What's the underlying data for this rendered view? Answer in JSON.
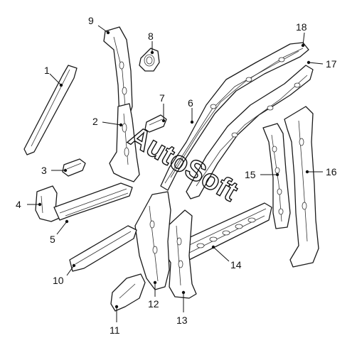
{
  "watermark": "AutoSoft",
  "callouts": [
    {
      "id": "1",
      "text": "1"
    },
    {
      "id": "2",
      "text": "2"
    },
    {
      "id": "3",
      "text": "3"
    },
    {
      "id": "4",
      "text": "4"
    },
    {
      "id": "5",
      "text": "5"
    },
    {
      "id": "6",
      "text": "6"
    },
    {
      "id": "7",
      "text": "7"
    },
    {
      "id": "8",
      "text": "8"
    },
    {
      "id": "9",
      "text": "9"
    },
    {
      "id": "10",
      "text": "10"
    },
    {
      "id": "11",
      "text": "11"
    },
    {
      "id": "12",
      "text": "12"
    },
    {
      "id": "13",
      "text": "13"
    },
    {
      "id": "14",
      "text": "14"
    },
    {
      "id": "15",
      "text": "15"
    },
    {
      "id": "16",
      "text": "16"
    },
    {
      "id": "17",
      "text": "17"
    },
    {
      "id": "18",
      "text": "18"
    }
  ]
}
